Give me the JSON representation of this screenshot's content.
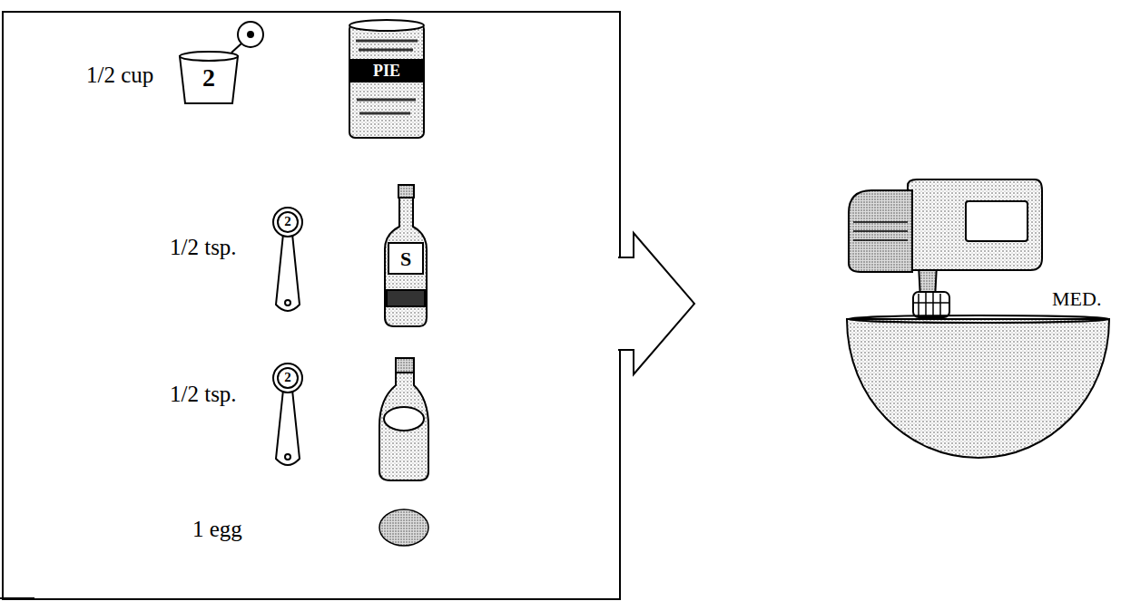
{
  "diagram": {
    "nodes": [
      {
        "text": [
          "1/2 cup",
          "1/2 tsp.",
          "1/2 tsp.",
          "1 egg"
        ]
      },
      {
        "text": [
          "MED."
        ]
      }
    ],
    "edges": [
      {
        "from": 0,
        "to": 1,
        "arrow": "to"
      }
    ],
    "labels": [
      "2",
      "PIE",
      "2",
      "S",
      "2"
    ]
  }
}
